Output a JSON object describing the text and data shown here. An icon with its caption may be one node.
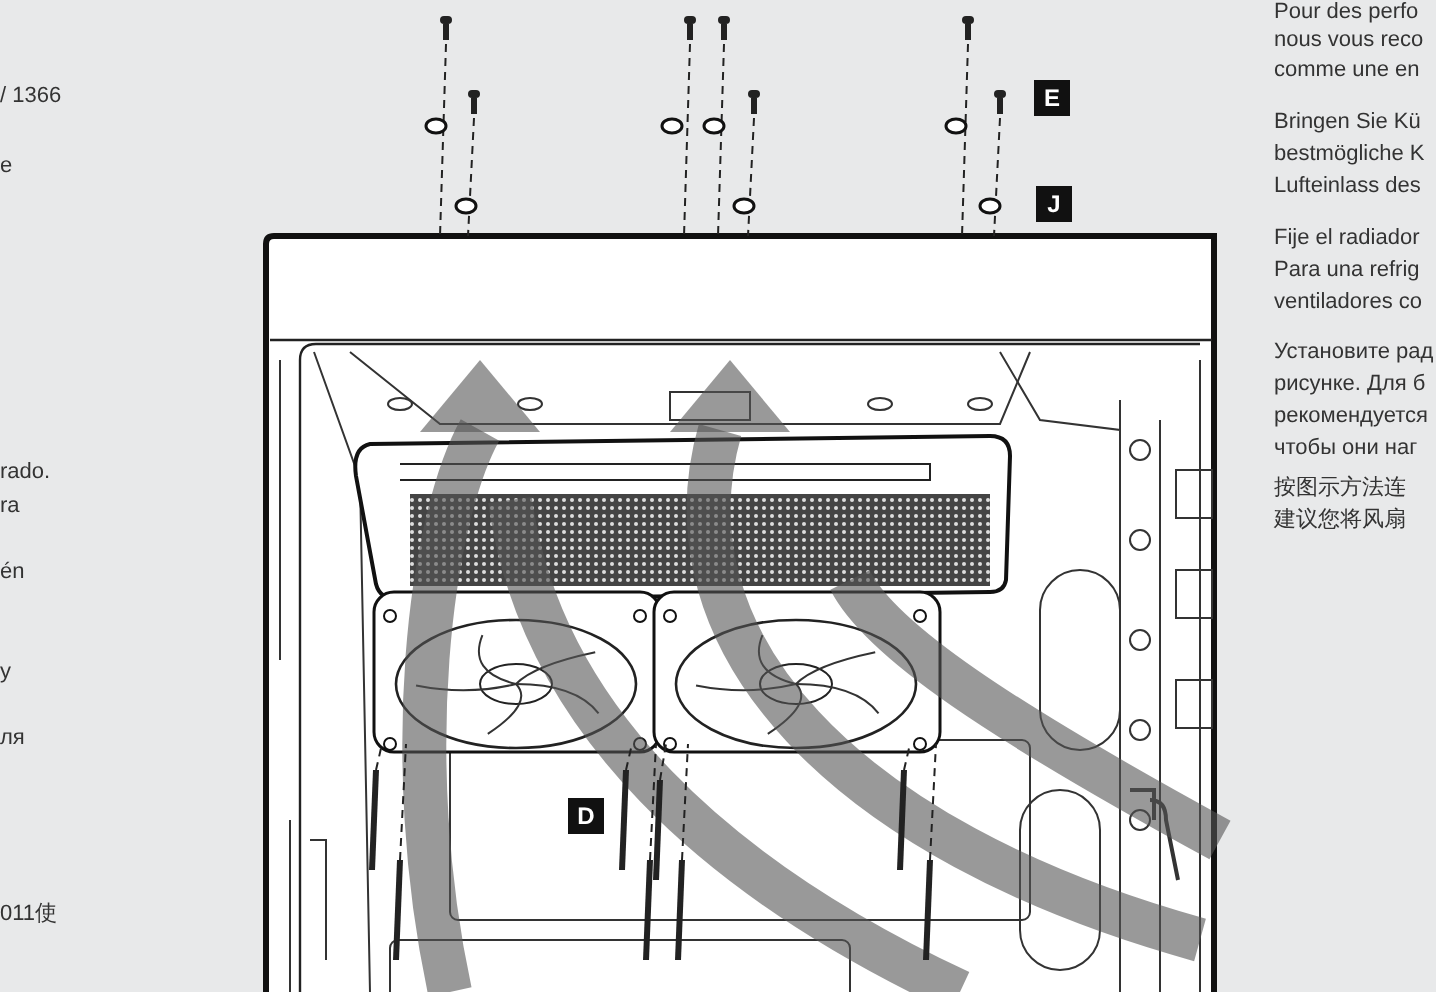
{
  "diagram": {
    "labels": [
      "/ 1366",
      "e",
      "rado.",
      "ra",
      "én",
      "y",
      "ля",
      "011使",
      "Pour des perfo",
      "nous vous reco",
      "comme une en",
      "Bringen Sie Kü",
      "bestmögliche K",
      "Lufteinlass des",
      "Fije el radiador",
      "Para una refrig",
      "ventiladores co",
      "Установите рад",
      "рисунке. Для б",
      "рекомендуется",
      "чтобы они наг",
      "按图示方法连",
      "建议您将风扇",
      "E",
      "J",
      "D"
    ]
  }
}
